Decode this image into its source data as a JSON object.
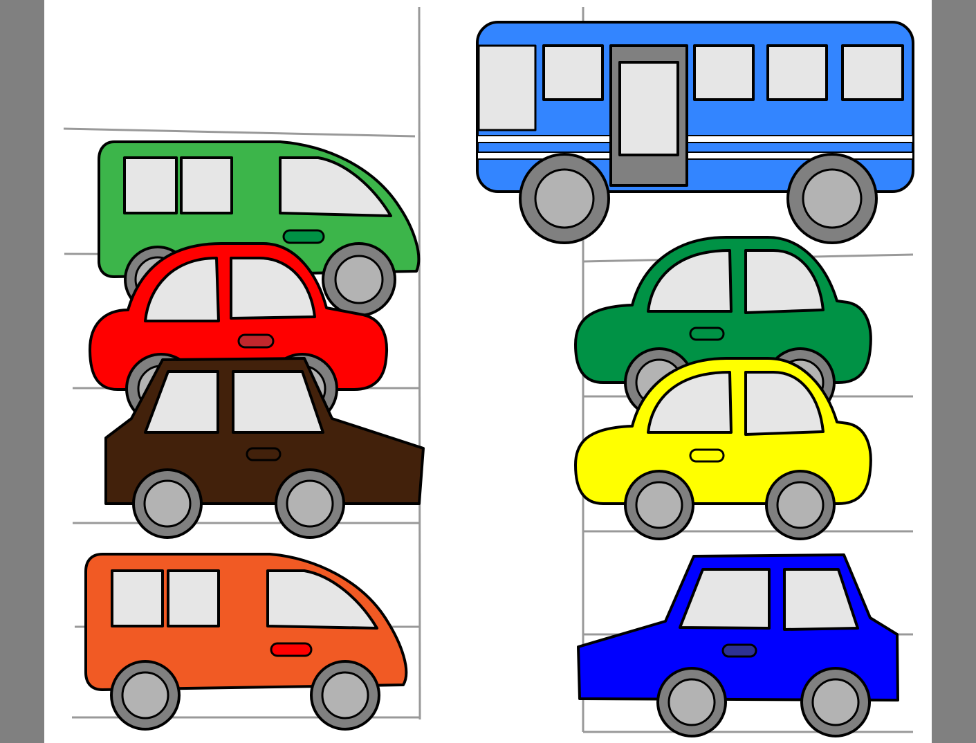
{
  "colors": {
    "background": "#ffffff",
    "wall": "#808080",
    "parking_line": "#999999",
    "outline": "#000000",
    "window": "#e6e6e6",
    "tire": "#808080",
    "hub": "#b3b3b3",
    "bus_door": "#808080",
    "bus_stripe": "#ffffff"
  },
  "vehicles": [
    {
      "name": "green-minivan-left",
      "kind": "minivan",
      "body": "#3cb54a",
      "handle": "#009245"
    },
    {
      "name": "red-compact-car-left",
      "kind": "compact",
      "body": "#ff0000",
      "handle": "#c1272d"
    },
    {
      "name": "brown-sedan-left",
      "kind": "sedan",
      "body": "#42210b",
      "handle": "#42210b"
    },
    {
      "name": "orange-minivan-left",
      "kind": "minivan",
      "body": "#f15a24",
      "handle": "#ff0000"
    },
    {
      "name": "blue-bus-right",
      "kind": "bus",
      "body": "#3385ff",
      "handle": "#3385ff"
    },
    {
      "name": "dark-green-compact-car-right",
      "kind": "compact",
      "body": "#009245",
      "handle": "#009245"
    },
    {
      "name": "yellow-compact-car-right",
      "kind": "compact",
      "body": "#ffff00",
      "handle": "#ffff00"
    },
    {
      "name": "blue-sedan-right",
      "kind": "sedan",
      "body": "#0000ff",
      "handle": "#2e3192"
    }
  ]
}
